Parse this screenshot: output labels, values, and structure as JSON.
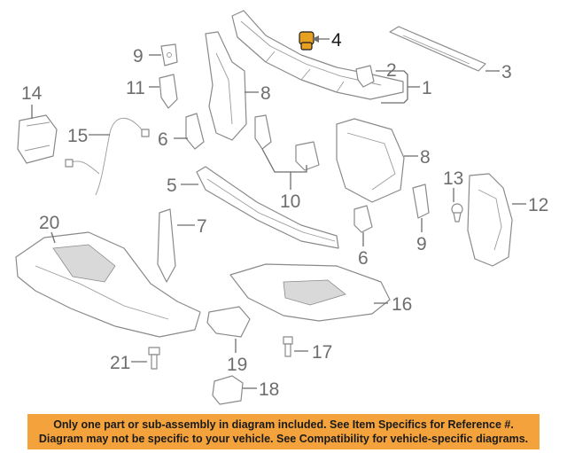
{
  "callouts": {
    "c1": "1",
    "c2": "2",
    "c3": "3",
    "c4": "4",
    "c5": "5",
    "c6a": "6",
    "c6b": "6",
    "c7": "7",
    "c8a": "8",
    "c8b": "8",
    "c9a": "9",
    "c9b": "9",
    "c10": "10",
    "c11": "11",
    "c12": "12",
    "c13": "13",
    "c14": "14",
    "c15": "15",
    "c16": "16",
    "c17": "17",
    "c18": "18",
    "c19": "19",
    "c20": "20",
    "c21": "21"
  },
  "notice": {
    "line1": "Only one part or sub-assembly in diagram included. See Item Specifics for Reference #.",
    "line2": "Diagram may not be specific to your vehicle. See Compatibility for vehicle-specific diagrams."
  },
  "colors": {
    "notice_bg": "#f3a23c",
    "line_gray": "#6e6e6e",
    "highlight_part": "#e8a020"
  }
}
